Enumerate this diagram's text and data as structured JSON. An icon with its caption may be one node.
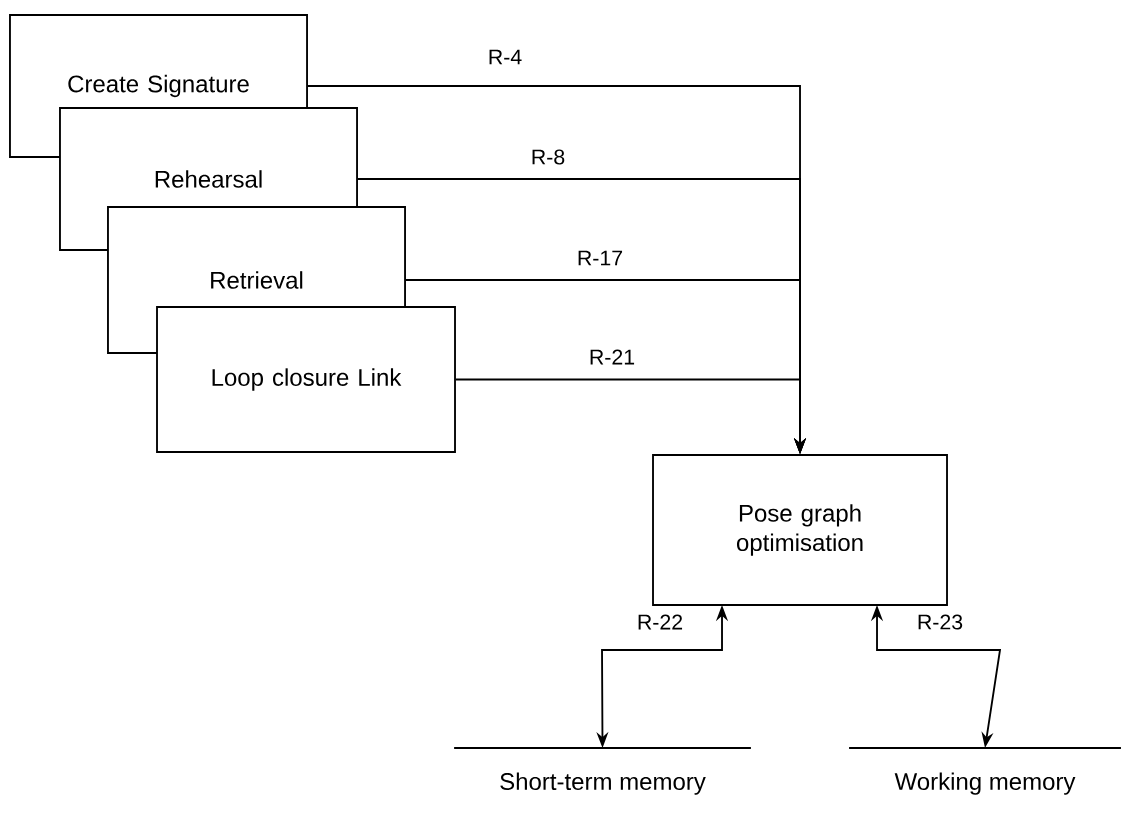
{
  "diagram": {
    "nodes": [
      {
        "text": [
          "Create Signature"
        ]
      },
      {
        "text": [
          "Rehearsal"
        ]
      },
      {
        "text": [
          "Retrieval"
        ]
      },
      {
        "text": [
          "Loop closure Link"
        ]
      },
      {
        "text": [
          "Pose graph optimisation"
        ]
      },
      {
        "text": [
          "Short-term memory"
        ]
      },
      {
        "text": [
          "Working memory"
        ]
      }
    ],
    "edges": [
      {
        "from": 0,
        "to": 4,
        "arrow": "to",
        "label": "R-4"
      },
      {
        "from": 1,
        "to": 4,
        "arrow": "to",
        "label": "R-8"
      },
      {
        "from": 2,
        "to": 4,
        "arrow": "to",
        "label": "R-17"
      },
      {
        "from": 3,
        "to": 4,
        "arrow": "to",
        "label": "R-21"
      },
      {
        "from": 4,
        "to": 5,
        "arrow": "both",
        "label": "R-22"
      },
      {
        "from": 4,
        "to": 6,
        "arrow": "both",
        "label": "R-23"
      }
    ]
  }
}
